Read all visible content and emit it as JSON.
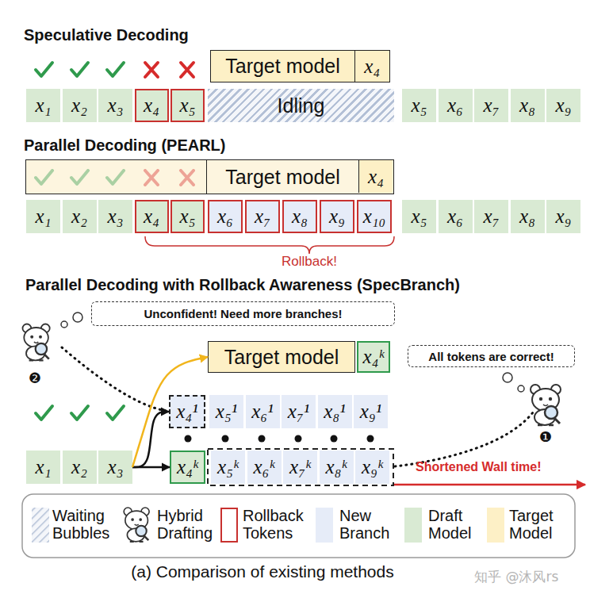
{
  "diagram": {
    "caption": "(a) Comparison of existing methods",
    "nodes": [
      {
        "text": [
          "Target model"
        ]
      },
      {
        "text": [
          "x₄"
        ]
      },
      {
        "text": [
          "x₁"
        ]
      },
      {
        "text": [
          "x₂"
        ]
      },
      {
        "text": [
          "x₃"
        ]
      },
      {
        "text": [
          "x₄"
        ]
      },
      {
        "text": [
          "x₅"
        ]
      },
      {
        "text": [
          "Idling"
        ]
      },
      {
        "text": [
          "x₅"
        ]
      },
      {
        "text": [
          "x₆"
        ]
      },
      {
        "text": [
          "x₇"
        ]
      },
      {
        "text": [
          "x₈"
        ]
      },
      {
        "text": [
          "x₉"
        ]
      },
      {
        "text": [
          "Target model"
        ]
      },
      {
        "text": [
          "x₄"
        ],
        "in": 13
      },
      {
        "text": [
          "x₁"
        ]
      },
      {
        "text": [
          "x₂"
        ]
      },
      {
        "text": [
          "x₃"
        ]
      },
      {
        "text": [
          "x₄"
        ]
      },
      {
        "text": [
          "x₅"
        ]
      },
      {
        "text": [
          "x₆"
        ]
      },
      {
        "text": [
          "x₇"
        ]
      },
      {
        "text": [
          "x₈"
        ]
      },
      {
        "text": [
          "x₉"
        ]
      },
      {
        "text": [
          "x₁₀"
        ]
      },
      {
        "text": [
          "x₅"
        ]
      },
      {
        "text": [
          "x₆"
        ]
      },
      {
        "text": [
          "x₇"
        ]
      },
      {
        "text": [
          "x₈"
        ]
      },
      {
        "text": [
          "x₉"
        ]
      },
      {
        "text": [
          "Unconfident! Need more branches!"
        ]
      },
      {
        "text": [
          "Target model"
        ]
      },
      {
        "text": [
          "x₄ᵏ"
        ]
      },
      {
        "text": [
          "All tokens are correct!"
        ]
      },
      {
        "text": [
          "x₄¹"
        ]
      },
      {
        "text": [
          "x₅¹"
        ]
      },
      {
        "text": [
          "x₆¹"
        ]
      },
      {
        "text": [
          "x₇¹"
        ]
      },
      {
        "text": [
          "x₈¹"
        ]
      },
      {
        "text": [
          "x₉¹"
        ]
      },
      {
        "text": [
          "x₁"
        ]
      },
      {
        "text": [
          "x₂"
        ]
      },
      {
        "text": [
          "x₃"
        ]
      },
      {
        "text": [
          "x₄ᵏ"
        ]
      },
      {
        "text": [
          "x₅ᵏ"
        ]
      },
      {
        "text": [
          "x₆ᵏ"
        ]
      },
      {
        "text": [
          "x₇ᵏ"
        ]
      },
      {
        "text": [
          "x₈ᵏ"
        ]
      },
      {
        "text": [
          "x₉ᵏ"
        ]
      }
    ],
    "edges": [
      {
        "from": 42,
        "to": 34,
        "arrow": "to"
      },
      {
        "from": 42,
        "to": 43,
        "arrow": "to"
      },
      {
        "from": 42,
        "to": 31,
        "arrow": "to"
      }
    ],
    "labels": [
      "Speculative Decoding",
      "Parallel Decoding (PEARL)",
      "Rollback!",
      "Parallel Decoding with Rollback Awareness (SpecBranch)",
      "❷",
      "❶",
      "Shortened Wall time!",
      "知乎 @沐风rs"
    ],
    "legend": [
      {
        "text": "Waiting Bubbles"
      },
      {
        "text": "Hybrid Drafting"
      },
      {
        "text": "Rollback Tokens"
      },
      {
        "text": "New Branch",
        "color": "#e6ecf8"
      },
      {
        "text": "Draft Model",
        "color": "#d9ead3"
      },
      {
        "text": "Target Model",
        "color": "#fdf0c6"
      }
    ]
  }
}
